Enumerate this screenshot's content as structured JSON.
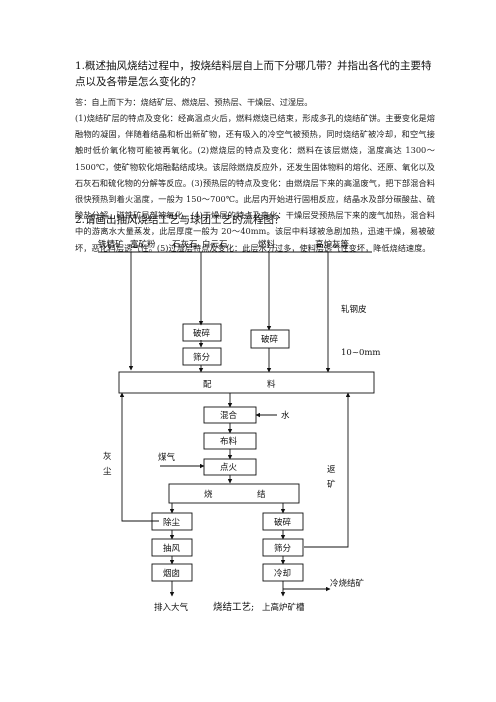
{
  "q1": {
    "question": "1.概述抽风烧结过程中，按烧结料层自上而下分哪几带？并指出各代的主要特点以及各带是怎么变化的？",
    "answer_intro": "答：自上而下为：烧结矿层、燃烧层、预热层、干燥层、过湿层。",
    "answer_body": "(1)烧结矿层的特点及变化：经高温点火后，燃料燃烧已结束，形成多孔的烧结矿饼。主要变化是熔融物的凝固，伴随着结晶和析出新矿物，还有吸入的冷空气被预热，同时烧结矿被冷却，和空气接触时低价氧化物可能被再氧化。(2)燃烧层的特点及变化：燃料在该层燃烧，温度高达 1300～1500℃，使矿物软化熔融黏结成块。该层除燃烧反应外，还发生固体物料的熔化、还原、氧化以及石灰石和硫化物的分解等反应。(3)预热层的特点及变化：由燃烧层下来的高温废气，把下部混合料很快预热到着火温度，一般为 150～700℃。此层内开始进行固相反应，结晶水及部分碳酸盐、硫酸盐分解，磁铁矿局部被氧化。(4)干燥层的特点及变化：干燥层受预热层下来的废气加热，混合料中的游离水大量蒸发，此层厚度一般为 20～40mm。该层中料球被急剧加热，迅速干燥，易被破坏，恶化料层透气性。(5)过湿层特点及变化：此层水分过多，使料层透气性变坏，降低烧结速度。"
  },
  "q2": {
    "question": "2.请画出抽风烧结工艺与球团工艺的流程图？"
  },
  "flow": {
    "inputs": [
      "铁精矿",
      "富矿粉",
      "石灰石",
      "白云石",
      "燃料",
      "高炉灰等"
    ],
    "crush1": "破碎",
    "screen1": "筛分",
    "crush2": "破碎",
    "rolled_scale": "轧钢皮",
    "size": "10~0mm",
    "mix_batch": [
      "配",
      "料"
    ],
    "mixing": "混合",
    "water": "水",
    "feeding": "布料",
    "gas": "煤气",
    "ignition": "点火",
    "dust_left": [
      "灰",
      "尘"
    ],
    "return_right": [
      "返",
      "矿"
    ],
    "sintering": [
      "烧",
      "结"
    ],
    "dedust": "除尘",
    "crush3": "破碎",
    "fan": "抽风",
    "screen2": "筛分",
    "chimney": "烟囱",
    "cooling": "冷却",
    "cold_sinter": "冷烧结矿",
    "atmosphere": "排入大气",
    "caption": "烧结工艺;",
    "furnace": "上高炉矿槽"
  }
}
